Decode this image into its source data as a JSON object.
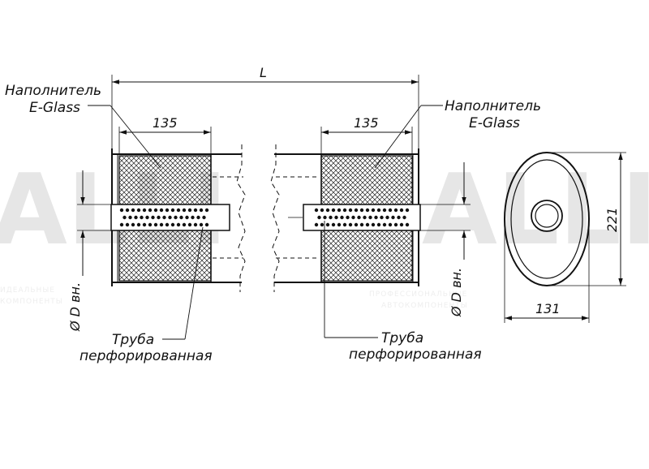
{
  "labels": {
    "filler_left_line1": "Наполнитель",
    "filler_left_line2": "E-Glass",
    "filler_right_line1": "Наполнитель",
    "filler_right_line2": "E-Glass",
    "pipe_left_line1": "Труба",
    "pipe_left_line2": "перфорированная",
    "pipe_right_line1": "Труба",
    "pipe_right_line2": "перфорированная"
  },
  "dimensions": {
    "overall_length": "L",
    "filler_left_width": "135",
    "filler_right_width": "135",
    "inner_diameter_left": "Ø D вн.",
    "inner_diameter_right": "Ø D вн.",
    "oval_width": "131",
    "oval_height": "221"
  },
  "watermark": {
    "brand_left": "ALLI",
    "brand_right": "ALLI",
    "tagline_left_1": "ИДЕАЛЬНЫЕ",
    "tagline_left_2": "КОМПОНЕНТЫ",
    "tagline_right_1": "ПРОФЕССИОНАЛЬНЫЕ",
    "tagline_right_2": "АВТОКОМПОНЕНТЫ"
  },
  "colors": {
    "line": "#111111",
    "watermark": "#e6e6e6",
    "background": "#ffffff"
  }
}
